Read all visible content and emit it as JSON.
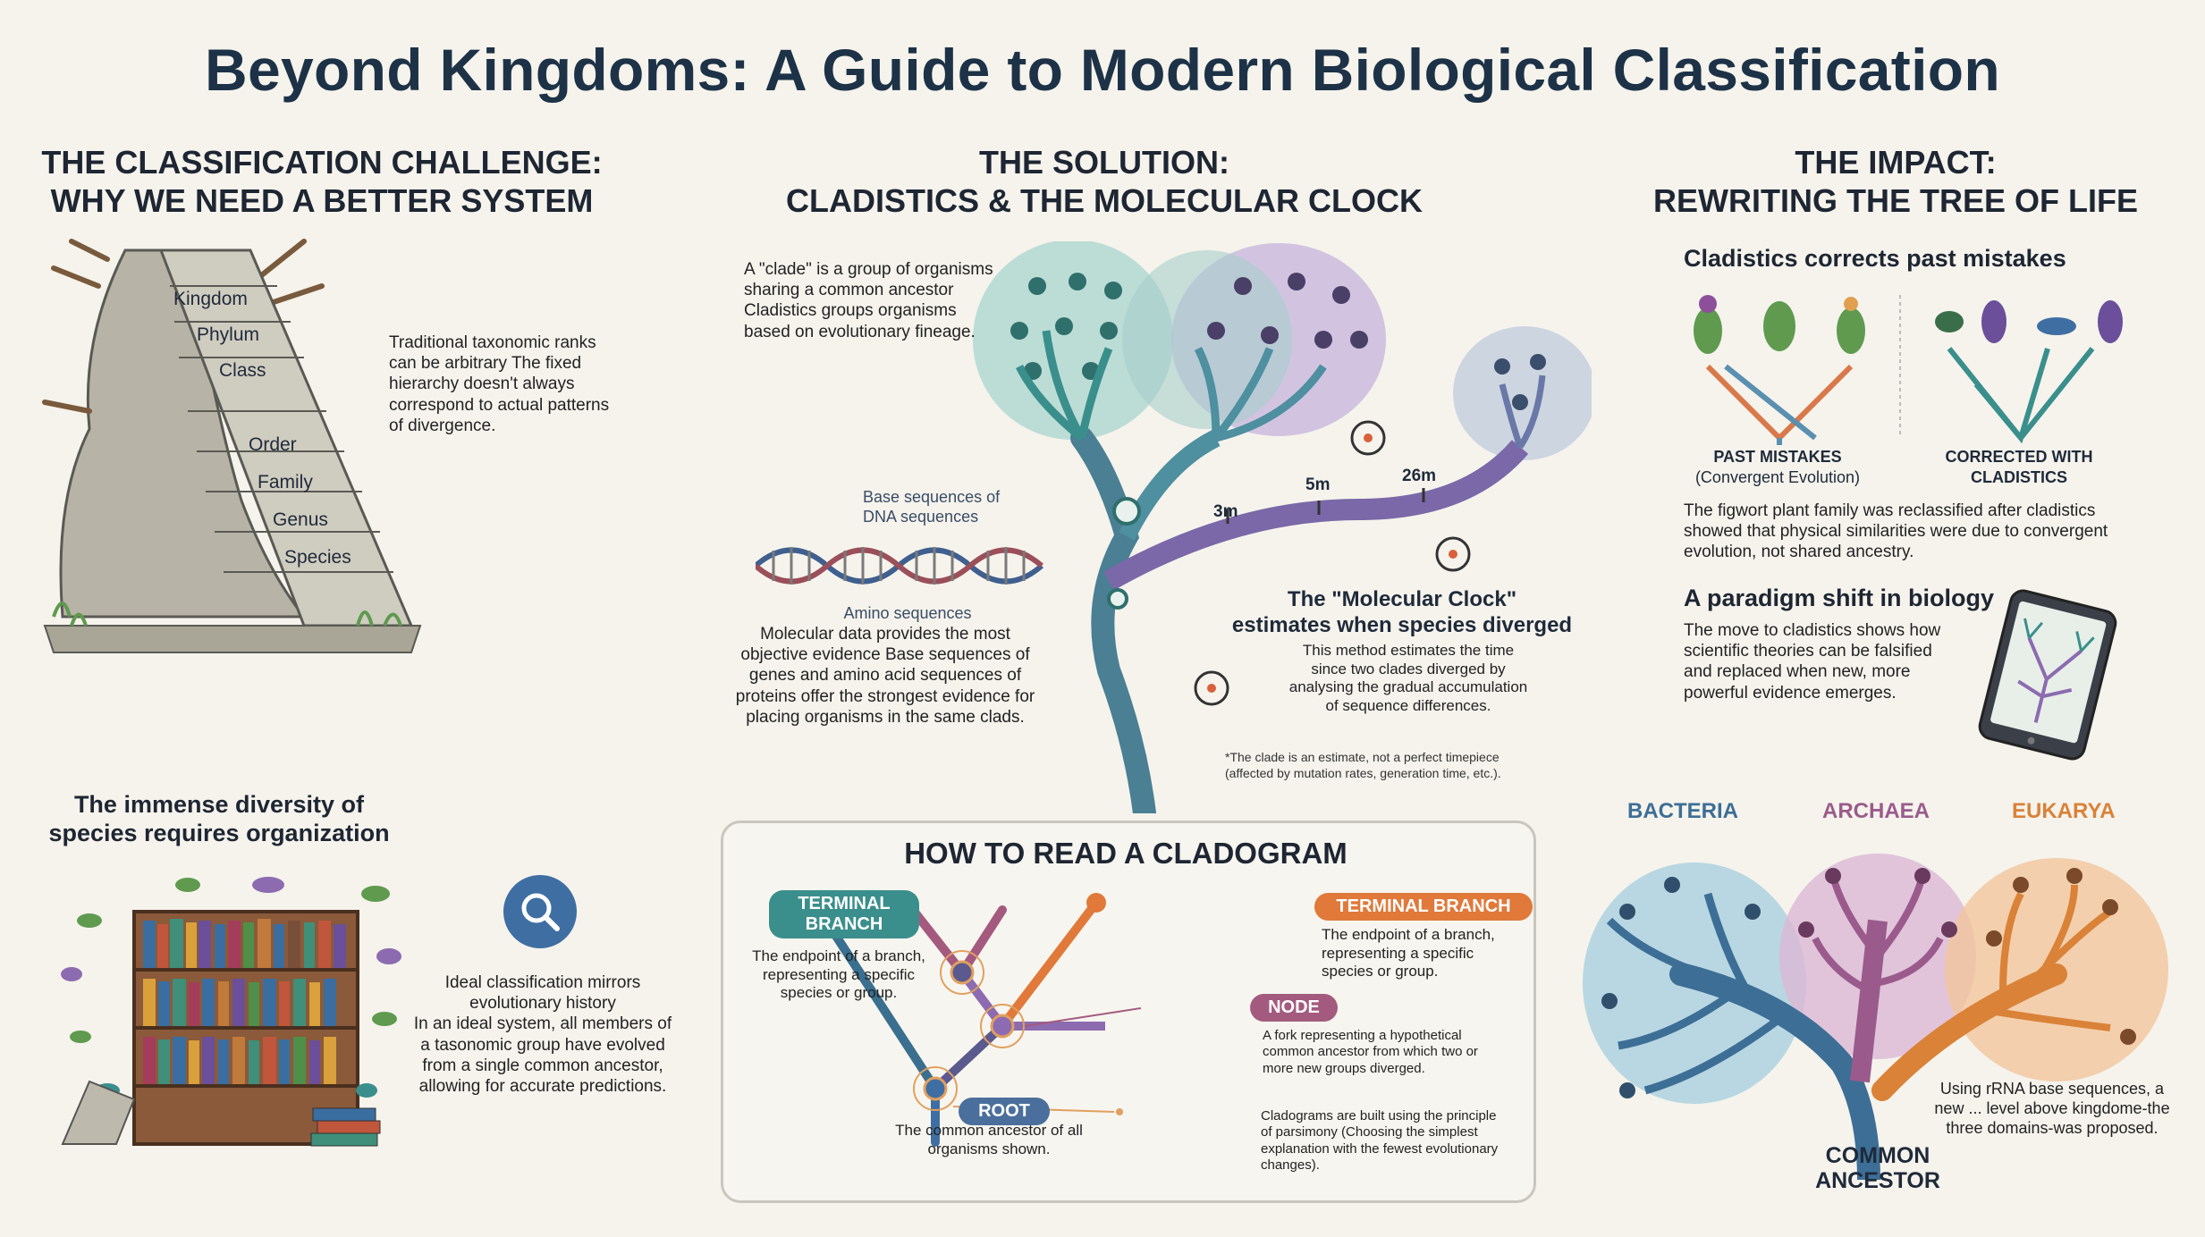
{
  "title": "Beyond Kingdoms: A Guide to Modern Biological Classification",
  "left": {
    "heading_1": "THE CLASSIFICATION CHALLENGE:",
    "heading_2": "WHY WE NEED A BETTER SYSTEM",
    "ranks": [
      "Kingdom",
      "Phylum",
      "Class",
      "Order",
      "Family",
      "Genus",
      "Species"
    ],
    "ranks_text": "Traditional taxonomic ranks can be arbitrary The fixed hierarchy doesn't always correspond to actual patterns of divergence.",
    "diversity_heading": "The immense diversity of species requires organization",
    "ideal_text_1": "Ideal classification mirrors evolutionary history",
    "ideal_text_2": "In an ideal system, all members of a tasonomic group have evolved from a single common ancestor, allowing for accurate predictions."
  },
  "middle": {
    "heading_1": "THE SOLUTION:",
    "heading_2": "CLADISTICS & THE MOLECULAR CLOCK",
    "clade_text": "A \"clade\" is a group of organisms sharing a common ancestor Cladistics groups organisms based on evolutionary fineage.",
    "base_label": "Base sequences of DNA sequences",
    "amino_label": "Amino sequences",
    "molecular_text": "Molecular data provides the most objective evidence Base sequences of genes and amino acid sequences of proteins offer the strongest evidence for placing organisms in the same clads.",
    "clock_marks": [
      "3m",
      "5m",
      "26m"
    ],
    "clock_heading_1": "The \"Molecular Clock\"",
    "clock_heading_2": "estimates when species diverged",
    "clock_text": "This method estimates the time since two clades diverged by analysing the gradual accumulation of sequence differences.",
    "clock_note": "*The clade is an estimate, not a perfect timepiece (affected by mutation rates, generation time, etc.).",
    "cladogram": {
      "heading": "HOW TO READ A CLADOGRAM",
      "terminal_left_label": "TERMINAL BRANCH",
      "terminal_left_text": "The endpoint of a branch, representing a specific species or group.",
      "terminal_right_label": "TERMINAL BRANCH",
      "terminal_right_text": "The endpoint of a branch, representing a specific species or group.",
      "node_label": "NODE",
      "node_text": "A fork representing a hypothetical common ancestor from which two or more new groups diverged.",
      "root_label": "ROOT",
      "root_text": "The common ancestor of all organisms shown.",
      "parsimony_text": "Cladograms are built using the principle of parsimony (Choosing the simplest explanation with the fewest evolutionary changes)."
    }
  },
  "right": {
    "heading_1": "THE IMPACT:",
    "heading_2": "REWRITING THE TREE OF LIFE",
    "corrects_heading": "Cladistics corrects past mistakes",
    "past_label_1": "PAST MISTAKES",
    "past_label_2": "(Convergent Evolution)",
    "corrected_label_1": "CORRECTED WITH",
    "corrected_label_2": "CLADISTICS",
    "figwort_text": "The figwort plant family was reclassified after cladistics showed that physical similarities were due to convergent evolution, not shared ancestry.",
    "paradigm_heading": "A paradigm shift in biology",
    "paradigm_text": "The move to cladistics shows how scientific theories can be falsified and replaced when new, more powerful evidence emerges.",
    "domains": [
      "BACTERIA",
      "ARCHAEA",
      "EUKARYA"
    ],
    "common_ancestor_1": "COMMON",
    "common_ancestor_2": "ANCESTOR",
    "rrna_text": "Using rRNA base sequences, a new ... level above kingdome-the three domains-was proposed."
  },
  "colors": {
    "title": "#1d3247",
    "teal": "#3a8f8c",
    "blue": "#4a6f9c",
    "purple": "#8c6bb0",
    "orange": "#e07a3a",
    "magenta": "#a45a7e",
    "bacteria": "#3d6e96",
    "archaea": "#9a5b8c",
    "eukarya": "#d98238"
  }
}
